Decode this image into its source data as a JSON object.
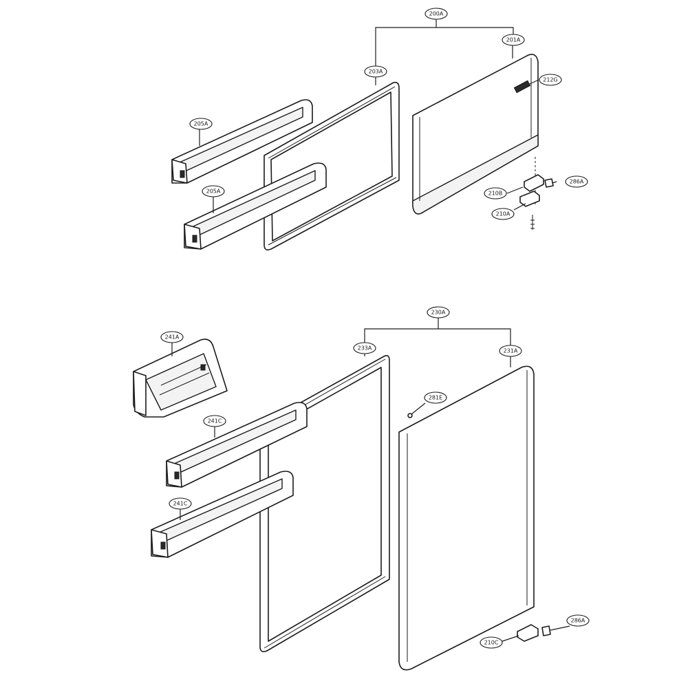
{
  "callouts": {
    "c200A": "200A",
    "c201A": "201A",
    "c203A": "203A",
    "c212G": "212G",
    "c205A_top": "205A",
    "c205A_bottom": "205A",
    "c286A_top": "286A",
    "c210B": "210B",
    "c210A": "210A",
    "c230A": "230A",
    "c241A": "241A",
    "c233A": "233A",
    "c231A": "231A",
    "c281E": "281E",
    "c241C_top": "241C",
    "c241C_bottom": "241C",
    "c286A_bottom": "286A",
    "c210C": "210C"
  }
}
